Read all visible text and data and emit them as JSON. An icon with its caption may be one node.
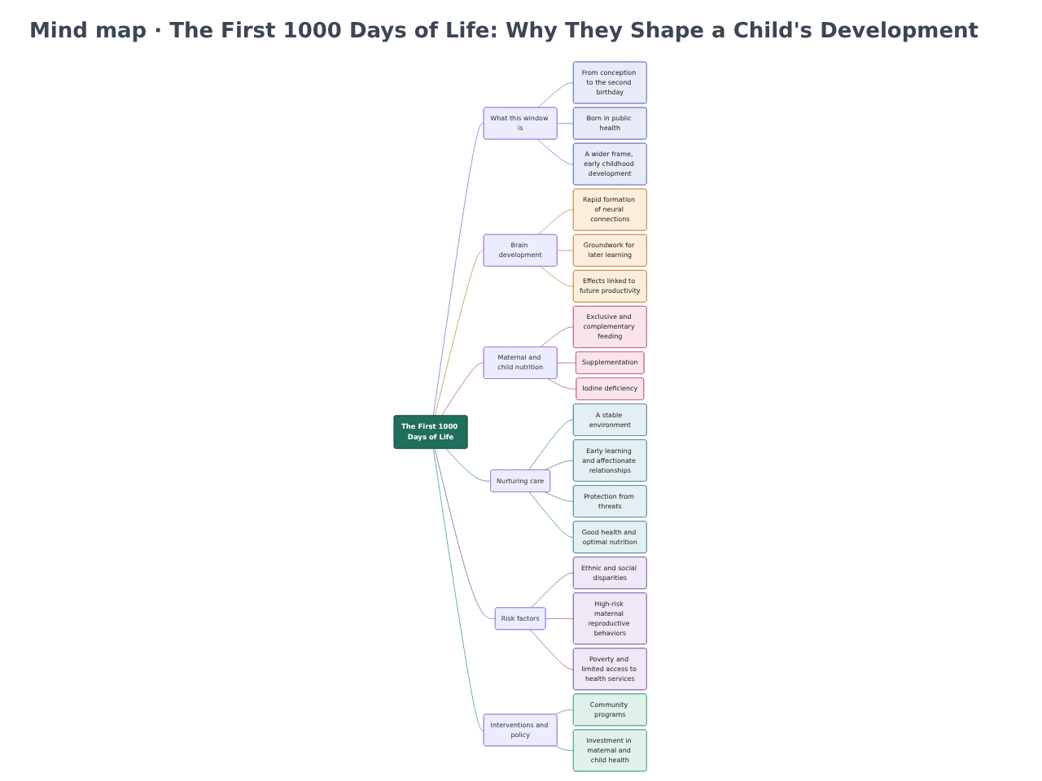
{
  "diagram": {
    "title": "Mind map · The First 1000 Days of Life: Why They Shape a Child's Development",
    "nodes": [
      {
        "text": [
          "The First 1000 Days of Life"
        ]
      },
      {
        "text": [
          "What this window is"
        ]
      },
      {
        "text": [
          "From conception to the second birthday"
        ]
      },
      {
        "text": [
          "Born in public health"
        ]
      },
      {
        "text": [
          "A wider frame, early childhood development"
        ]
      },
      {
        "text": [
          "Brain development"
        ]
      },
      {
        "text": [
          "Rapid formation of neural connections"
        ]
      },
      {
        "text": [
          "Groundwork for later learning"
        ]
      },
      {
        "text": [
          "Effects linked to future productivity"
        ]
      },
      {
        "text": [
          "Maternal and child nutrition"
        ]
      },
      {
        "text": [
          "Exclusive and complementary feeding"
        ]
      },
      {
        "text": [
          "Supplementation"
        ]
      },
      {
        "text": [
          "Iodine deficiency"
        ]
      },
      {
        "text": [
          "Nurturing care"
        ]
      },
      {
        "text": [
          "A stable environment"
        ]
      },
      {
        "text": [
          "Early learning and affectionate relationships"
        ]
      },
      {
        "text": [
          "Protection from threats"
        ]
      },
      {
        "text": [
          "Good health and optimal nutrition"
        ]
      },
      {
        "text": [
          "Risk factors"
        ]
      },
      {
        "text": [
          "Ethnic and social disparities"
        ]
      },
      {
        "text": [
          "High-risk maternal reproductive behaviors"
        ]
      },
      {
        "text": [
          "Poverty and limited access to health services"
        ]
      },
      {
        "text": [
          "Interventions and policy"
        ]
      },
      {
        "text": [
          "Community programs"
        ]
      },
      {
        "text": [
          "Investment in maternal and child health"
        ]
      }
    ],
    "edges": [
      {
        "from": 0,
        "to": 1,
        "arrow": "none",
        "color": "#6b7bc4"
      },
      {
        "from": 0,
        "to": 5,
        "arrow": "none",
        "color": "#c08a3e"
      },
      {
        "from": 0,
        "to": 9,
        "arrow": "none",
        "color": "#b84f7f"
      },
      {
        "from": 0,
        "to": 13,
        "arrow": "none",
        "color": "#3f7f8f"
      },
      {
        "from": 0,
        "to": 18,
        "arrow": "none",
        "color": "#7b5aa6"
      },
      {
        "from": 0,
        "to": 22,
        "arrow": "none",
        "color": "#3a9b7e"
      },
      {
        "from": 1,
        "to": 2,
        "arrow": "none",
        "color": "#6b7bc4"
      },
      {
        "from": 1,
        "to": 3,
        "arrow": "none",
        "color": "#6b7bc4"
      },
      {
        "from": 1,
        "to": 4,
        "arrow": "none",
        "color": "#6b7bc4"
      },
      {
        "from": 5,
        "to": 6,
        "arrow": "none",
        "color": "#c08a3e"
      },
      {
        "from": 5,
        "to": 7,
        "arrow": "none",
        "color": "#c08a3e"
      },
      {
        "from": 5,
        "to": 8,
        "arrow": "none",
        "color": "#c08a3e"
      },
      {
        "from": 9,
        "to": 10,
        "arrow": "none",
        "color": "#b84f7f"
      },
      {
        "from": 9,
        "to": 11,
        "arrow": "none",
        "color": "#b84f7f"
      },
      {
        "from": 9,
        "to": 12,
        "arrow": "none",
        "color": "#b84f7f"
      },
      {
        "from": 13,
        "to": 14,
        "arrow": "none",
        "color": "#3f7f8f"
      },
      {
        "from": 13,
        "to": 15,
        "arrow": "none",
        "color": "#3f7f8f"
      },
      {
        "from": 13,
        "to": 16,
        "arrow": "none",
        "color": "#3f7f8f"
      },
      {
        "from": 13,
        "to": 17,
        "arrow": "none",
        "color": "#3f7f8f"
      },
      {
        "from": 18,
        "to": 19,
        "arrow": "none",
        "color": "#7b5aa6"
      },
      {
        "from": 18,
        "to": 20,
        "arrow": "none",
        "color": "#7b5aa6"
      },
      {
        "from": 18,
        "to": 21,
        "arrow": "none",
        "color": "#7b5aa6"
      },
      {
        "from": 22,
        "to": 23,
        "arrow": "none",
        "color": "#3a9b7e"
      },
      {
        "from": 22,
        "to": 24,
        "arrow": "none",
        "color": "#3a9b7e"
      }
    ]
  }
}
